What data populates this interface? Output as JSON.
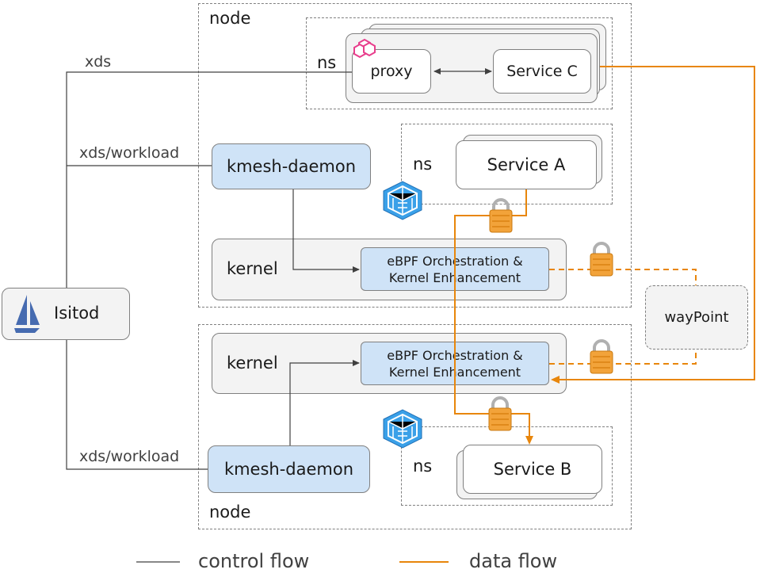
{
  "labels": {
    "node_top": "node",
    "node_bottom": "node",
    "ns_proxy": "ns",
    "ns_service_a": "ns",
    "ns_service_b": "ns",
    "proxy": "proxy",
    "service_c": "Service C",
    "service_a": "Service A",
    "service_b": "Service B",
    "kmesh_daemon_top": "kmesh-daemon",
    "kmesh_daemon_bottom": "kmesh-daemon",
    "kernel_top": "kernel",
    "kernel_bottom": "kernel",
    "ebpf_top_line1": "eBPF Orchestration &",
    "ebpf_top_line2": "Kernel Enhancement",
    "ebpf_bottom_line1": "eBPF Orchestration &",
    "ebpf_bottom_line2": "Kernel Enhancement",
    "istiod": "Isitod",
    "waypoint": "wayPoint",
    "xds": "xds",
    "xds_workload_top": "xds/workload",
    "xds_workload_bottom": "xds/workload"
  },
  "legend": {
    "control_flow": "control flow",
    "data_flow": "data flow"
  },
  "colors": {
    "control_flow": "#404040",
    "data_flow": "#e8860b",
    "lock_body": "#f2a33a",
    "component_fill": "#cfe3f7",
    "container_fill": "#f3f3f3",
    "proxy_icon": "#e83e8c",
    "kmesh_icon": "#3aa0e8"
  },
  "icons": {
    "istiod": "istio-sail-icon",
    "proxy": "envoy-hexagon-icon",
    "kmesh": "kmesh-cube-icon",
    "lock": "padlock-icon"
  }
}
